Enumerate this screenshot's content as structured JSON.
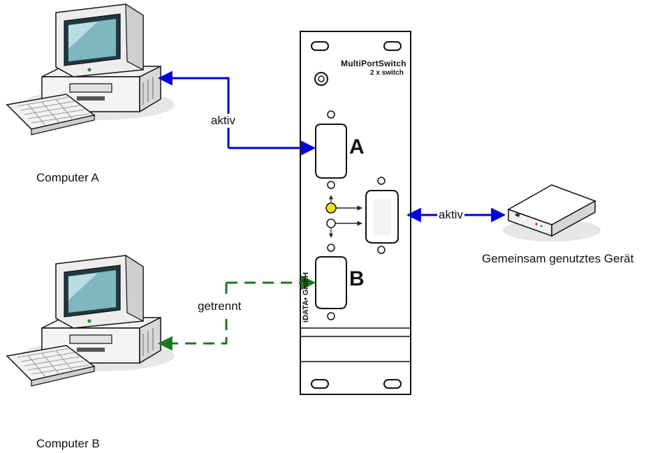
{
  "computers": {
    "a": {
      "label": "Computer A"
    },
    "b": {
      "label": "Computer B"
    }
  },
  "switch": {
    "title": "MultiPortSwitch",
    "subtitle": "2 x switch",
    "port_a": "A",
    "port_b": "B",
    "vendor": "iDATA• GmbH"
  },
  "shared_device": {
    "label": "Gemeinsam genutztes Gerät"
  },
  "connections": {
    "a_status": "aktiv",
    "b_status": "getrennt",
    "device_status": "aktiv"
  },
  "colors": {
    "active": "#0000e0",
    "disconnected": "#1a7a1a",
    "led_on": "#f2e21a",
    "outline": "#111111"
  },
  "icons": [
    "desktop-computer-icon",
    "keyboard-icon",
    "network-device-icon",
    "serial-port-icon"
  ]
}
